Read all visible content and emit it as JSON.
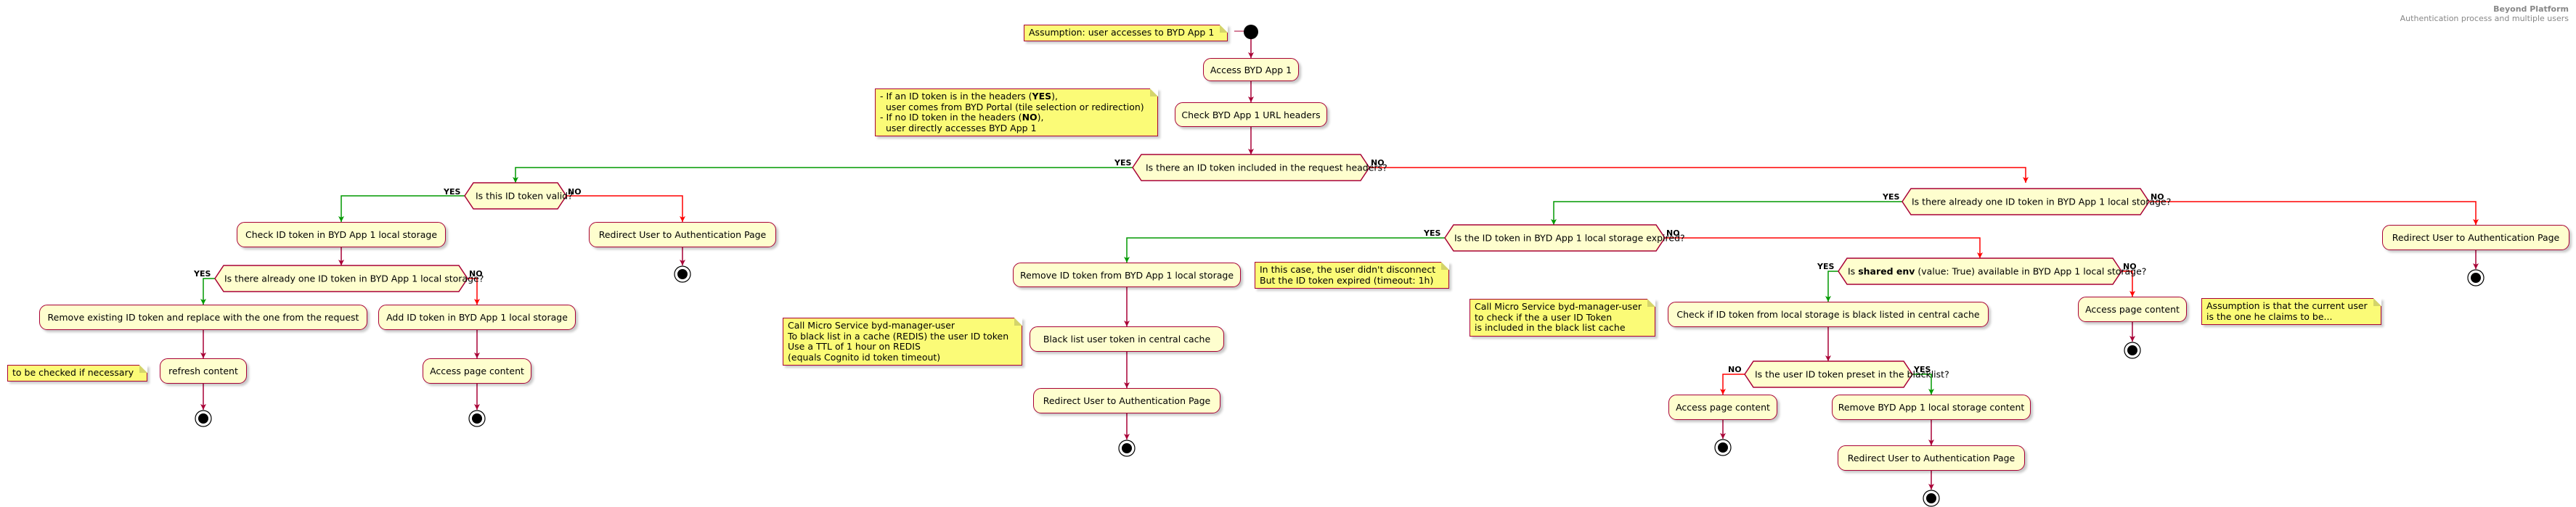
{
  "header": {
    "title": "Beyond Platform",
    "subtitle": "Authentication process and multiple users"
  },
  "notes": {
    "assumption": "Assumption: user accesses to BYD App 1",
    "headers_l1": "- If an ID token is in the headers (",
    "headers_yes": "YES",
    "headers_l1b": "),",
    "headers_l2": "  user comes from BYD Portal (tile selection or redirection)",
    "headers_l3": "- If no ID token in the headers (",
    "headers_no": "NO",
    "headers_l3b": "),",
    "headers_l4": "  user directly accesses BYD App 1",
    "check_later": "to be checked if necessary",
    "blacklist_call": "Call Micro Service byd-manager-user\nTo black list in a cache (REDIS) the user ID token\nUse a TTL of 1 hour on REDIS\n(equals Cognito id token timeout)",
    "expired_case": "In this case, the user didn't disconnect\nBut the ID token expired (timeout: 1h)",
    "check_call": "Call Micro Service byd-manager-user\nto check if the a user ID Token\nis included in the black list cache",
    "current_user": "Assumption is that the current user\nis the one he claims to be..."
  },
  "activities": {
    "access_app": "Access BYD App 1",
    "check_url": "Check BYD App 1 URL headers",
    "check_local": "Check ID token in BYD App 1 local storage",
    "redirect_a": "Redirect User to Authentication Page",
    "remove_replace": "Remove existing ID token and replace with the one from the request",
    "add_token": "Add ID token in BYD App 1 local storage",
    "refresh": "refresh content",
    "access_b": "Access page content",
    "remove_expired": "Remove ID token from BYD App 1 local storage",
    "blacklist": "Black list user token in central cache",
    "redirect_b": "Redirect User to Authentication Page",
    "check_black": "Check if ID token from local storage is black listed in central cache",
    "access_c": "Access page content",
    "remove_local": "Remove BYD App 1 local storage content",
    "redirect_c": "Redirect User to Authentication Page",
    "access_d": "Access page content",
    "redirect_d": "Redirect User to Authentication Page"
  },
  "decisions": {
    "in_headers": "Is there an ID token included in the request headers?",
    "valid": "Is this ID token valid?",
    "already_one_a": "Is there already one ID token in BYD App 1 local storage?",
    "already_one_b": "Is there already one ID token in BYD App 1 local storage?",
    "expired": "Is the ID token in BYD App 1 local storage expired?",
    "shared_pre": "Is ",
    "shared_bold": "shared env",
    "shared_post": " (value: True) available in BYD App 1 local storage?",
    "preset": "Is the user ID token preset in the blacklist?"
  },
  "labels": {
    "yes": "YES",
    "no": "NO"
  },
  "colors": {
    "yes_arrow": "#009900",
    "no_arrow": "#ff0000",
    "arrow": "#A80036",
    "activity_bg": "#FEFECE",
    "note_bg": "#FBFB77"
  }
}
